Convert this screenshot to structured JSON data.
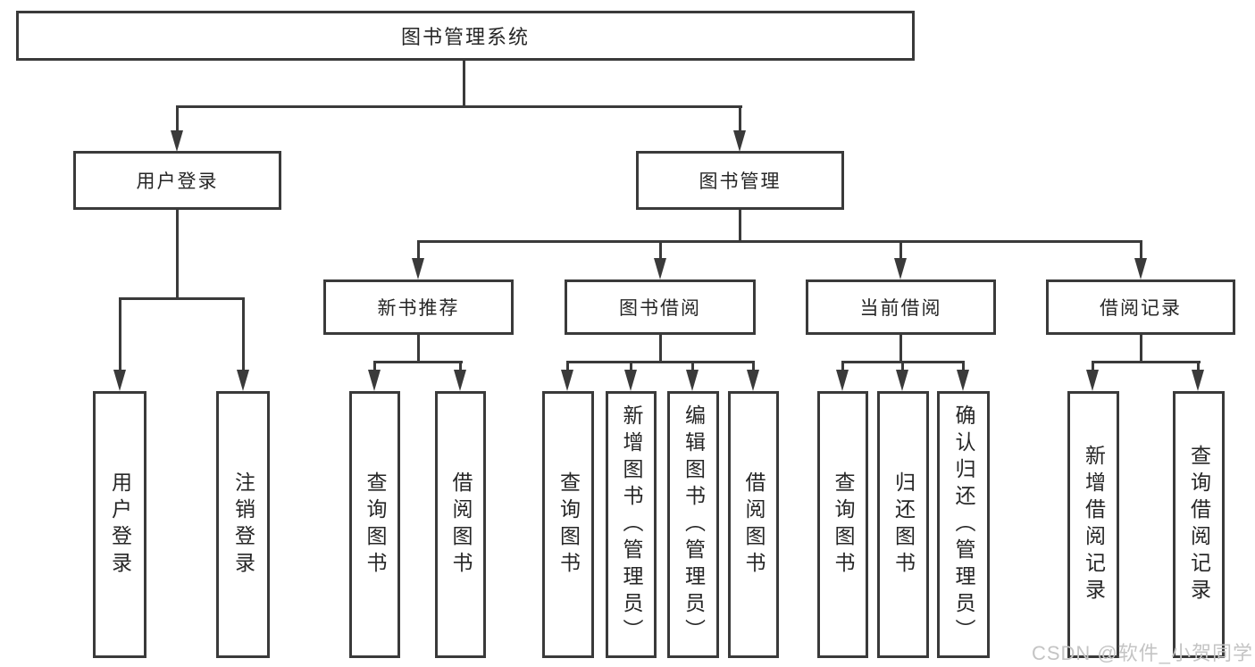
{
  "tree": {
    "label": "图书管理系统",
    "children": [
      {
        "label": "用户登录",
        "children": [
          {
            "label": "用户登录"
          },
          {
            "label": "注销登录"
          }
        ]
      },
      {
        "label": "图书管理",
        "children": [
          {
            "label": "新书推荐",
            "children": [
              {
                "label": "查询图书"
              },
              {
                "label": "借阅图书"
              }
            ]
          },
          {
            "label": "图书借阅",
            "children": [
              {
                "label": "查询图书"
              },
              {
                "label": "新增图书（管理员）"
              },
              {
                "label": "编辑图书（管理员）"
              },
              {
                "label": "借阅图书"
              }
            ]
          },
          {
            "label": "当前借阅",
            "children": [
              {
                "label": "查询图书"
              },
              {
                "label": "归还图书"
              },
              {
                "label": "确认归还（管理员）"
              }
            ]
          },
          {
            "label": "借阅记录",
            "children": [
              {
                "label": "新增借阅记录"
              },
              {
                "label": "查询借阅记录"
              }
            ]
          }
        ]
      }
    ]
  },
  "watermark": {
    "text": "CSDN @软件_小贺同学"
  },
  "colors": {
    "line": "#3a3a3a",
    "text": "#262626",
    "watermark": "#c4c4c4",
    "background": "#ffffff"
  }
}
